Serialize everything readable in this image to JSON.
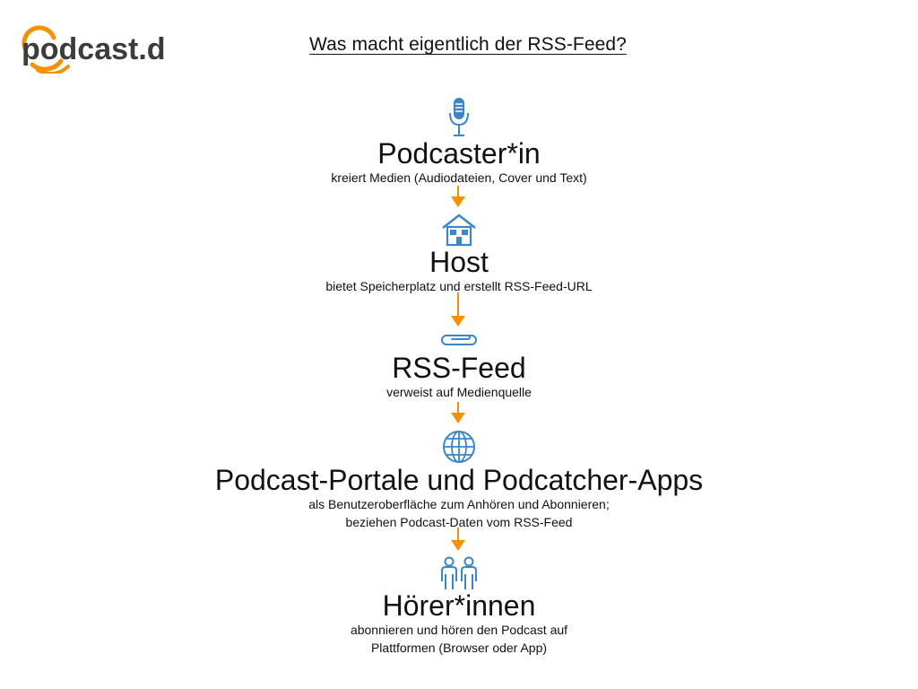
{
  "brand": {
    "name": "podcast.de",
    "accent": "#f39200",
    "icon_color": "#3a86c8"
  },
  "title": "Was macht eigentlich der RSS-Feed?",
  "steps": [
    {
      "icon": "microphone-icon",
      "title": "Podcaster*in",
      "desc": "kreiert Medien (Audiodateien, Cover und Text)"
    },
    {
      "icon": "house-icon",
      "title": "Host",
      "desc": "bietet Speicherplatz und erstellt RSS-Feed-URL"
    },
    {
      "icon": "paperclip-icon",
      "title": "RSS-Feed",
      "desc": "verweist auf Medienquelle"
    },
    {
      "icon": "globe-icon",
      "title": "Podcast-Portale und Podcatcher-Apps",
      "desc": "als Benutzeroberfläche zum Anhören und Abonnieren;\nbeziehen Podcast-Daten vom RSS-Feed"
    },
    {
      "icon": "people-icon",
      "title": "Hörer*innen",
      "desc": "abonnieren und hören den Podcast auf\nPlattformen (Browser oder App)"
    }
  ]
}
